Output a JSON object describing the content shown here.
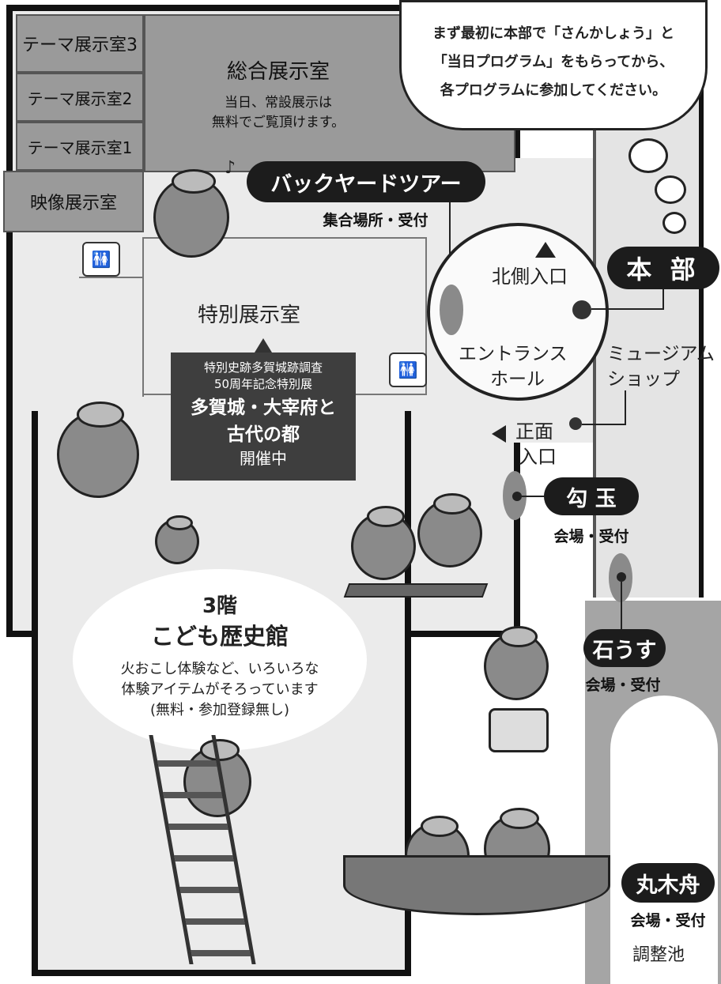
{
  "rooms": {
    "theme3": "テーマ展示室3",
    "theme2": "テーマ展示室2",
    "theme1": "テーマ展示室1",
    "video": "映像展示室",
    "general_title": "総合展示室",
    "general_note1": "当日、常設展示は",
    "general_note2": "無料でご覧頂けます。",
    "special": "特別展示室"
  },
  "bubble": {
    "line1": "まず最初に本部で「さんかしょう」と",
    "line2": "「当日プログラム」をもらってから、",
    "line3": "各プログラムに参加してください。"
  },
  "backyard": {
    "label": "バックヤードツアー",
    "sub": "集合場所・受付"
  },
  "entrance": {
    "north": "北側入口",
    "hall1": "エントランス",
    "hall2": "ホール",
    "front1": "正面",
    "front2": "入口"
  },
  "honbu": "本 部",
  "shop": {
    "line1": "ミュージアム",
    "line2": "ショップ"
  },
  "exhibit": {
    "line1": "特別史跡多賀城跡調査",
    "line2": "50周年記念特別展",
    "line3": "多賀城・大宰府と",
    "line4": "古代の都",
    "line5": "開催中"
  },
  "magatama": {
    "label": "勾 玉",
    "sub": "会場・受付"
  },
  "ishiusu": {
    "label": "石うす",
    "sub": "会場・受付"
  },
  "kids": {
    "floor": "3階",
    "title": "こども歴史館",
    "desc1": "火おこし体験など、いろいろな",
    "desc2": "体験アイテムがそろっています",
    "desc3": "(無料・参加登録無し)"
  },
  "canoe": {
    "label": "丸木舟",
    "sub": "会場・受付",
    "place": "調整池"
  },
  "icons": {
    "restroom": "restroom-icon",
    "north_arrow": "triangle-up-icon",
    "front_arrow": "triangle-left-icon"
  },
  "colors": {
    "room": "#9a9a9a",
    "floor": "#ebebeb",
    "pill": "#1c1c1c",
    "marker": "#8a8a8a"
  }
}
